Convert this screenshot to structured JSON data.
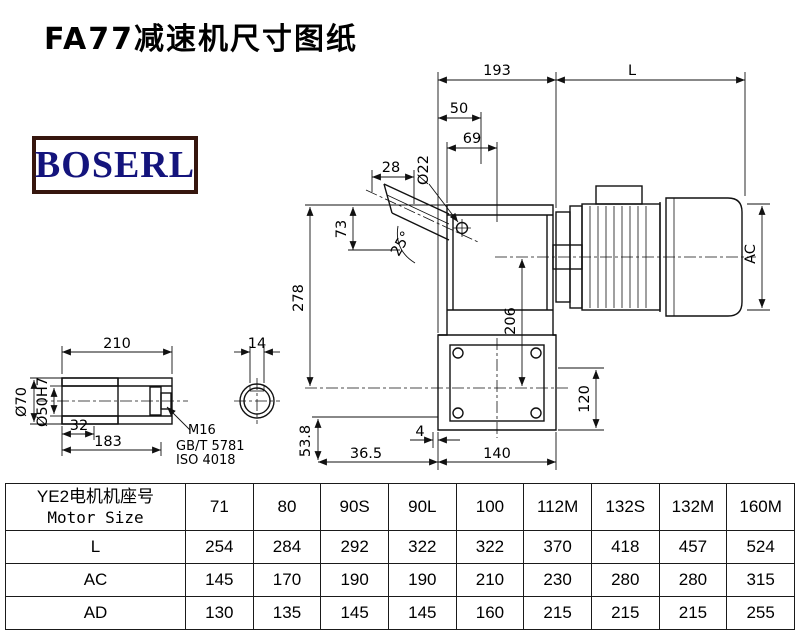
{
  "title": "FA77减速机尺寸图纸",
  "logo": "BOSERL",
  "dims": {
    "top_193": "193",
    "top_L": "L",
    "d50": "50",
    "d69": "69",
    "d28": "28",
    "dia22": "Ø22",
    "angle25": "25°",
    "d73": "73",
    "d278": "278",
    "d206": "206",
    "dAC": "AC",
    "d120": "120",
    "d4": "4",
    "d36_5": "36.5",
    "d140": "140",
    "d53_8": "53.8",
    "d210": "210",
    "d14": "14",
    "dia70": "Ø70",
    "dia50h7": "Ø50H7",
    "d32": "32",
    "d183": "183",
    "m16": "M16",
    "gbt5781": "GB/T 5781",
    "iso4018": "ISO 4018"
  },
  "table": {
    "row_header_line1": "YE2电机机座号",
    "row_header_line2": "Motor Size",
    "sizes": [
      "71",
      "80",
      "90S",
      "90L",
      "100",
      "112M",
      "132S",
      "132M",
      "160M"
    ],
    "rows": [
      {
        "label": "L",
        "values": [
          "254",
          "284",
          "292",
          "322",
          "322",
          "370",
          "418",
          "457",
          "524"
        ]
      },
      {
        "label": "AC",
        "values": [
          "145",
          "170",
          "190",
          "190",
          "210",
          "230",
          "280",
          "280",
          "315"
        ]
      },
      {
        "label": "AD",
        "values": [
          "130",
          "135",
          "145",
          "145",
          "160",
          "215",
          "215",
          "215",
          "255"
        ]
      }
    ]
  }
}
